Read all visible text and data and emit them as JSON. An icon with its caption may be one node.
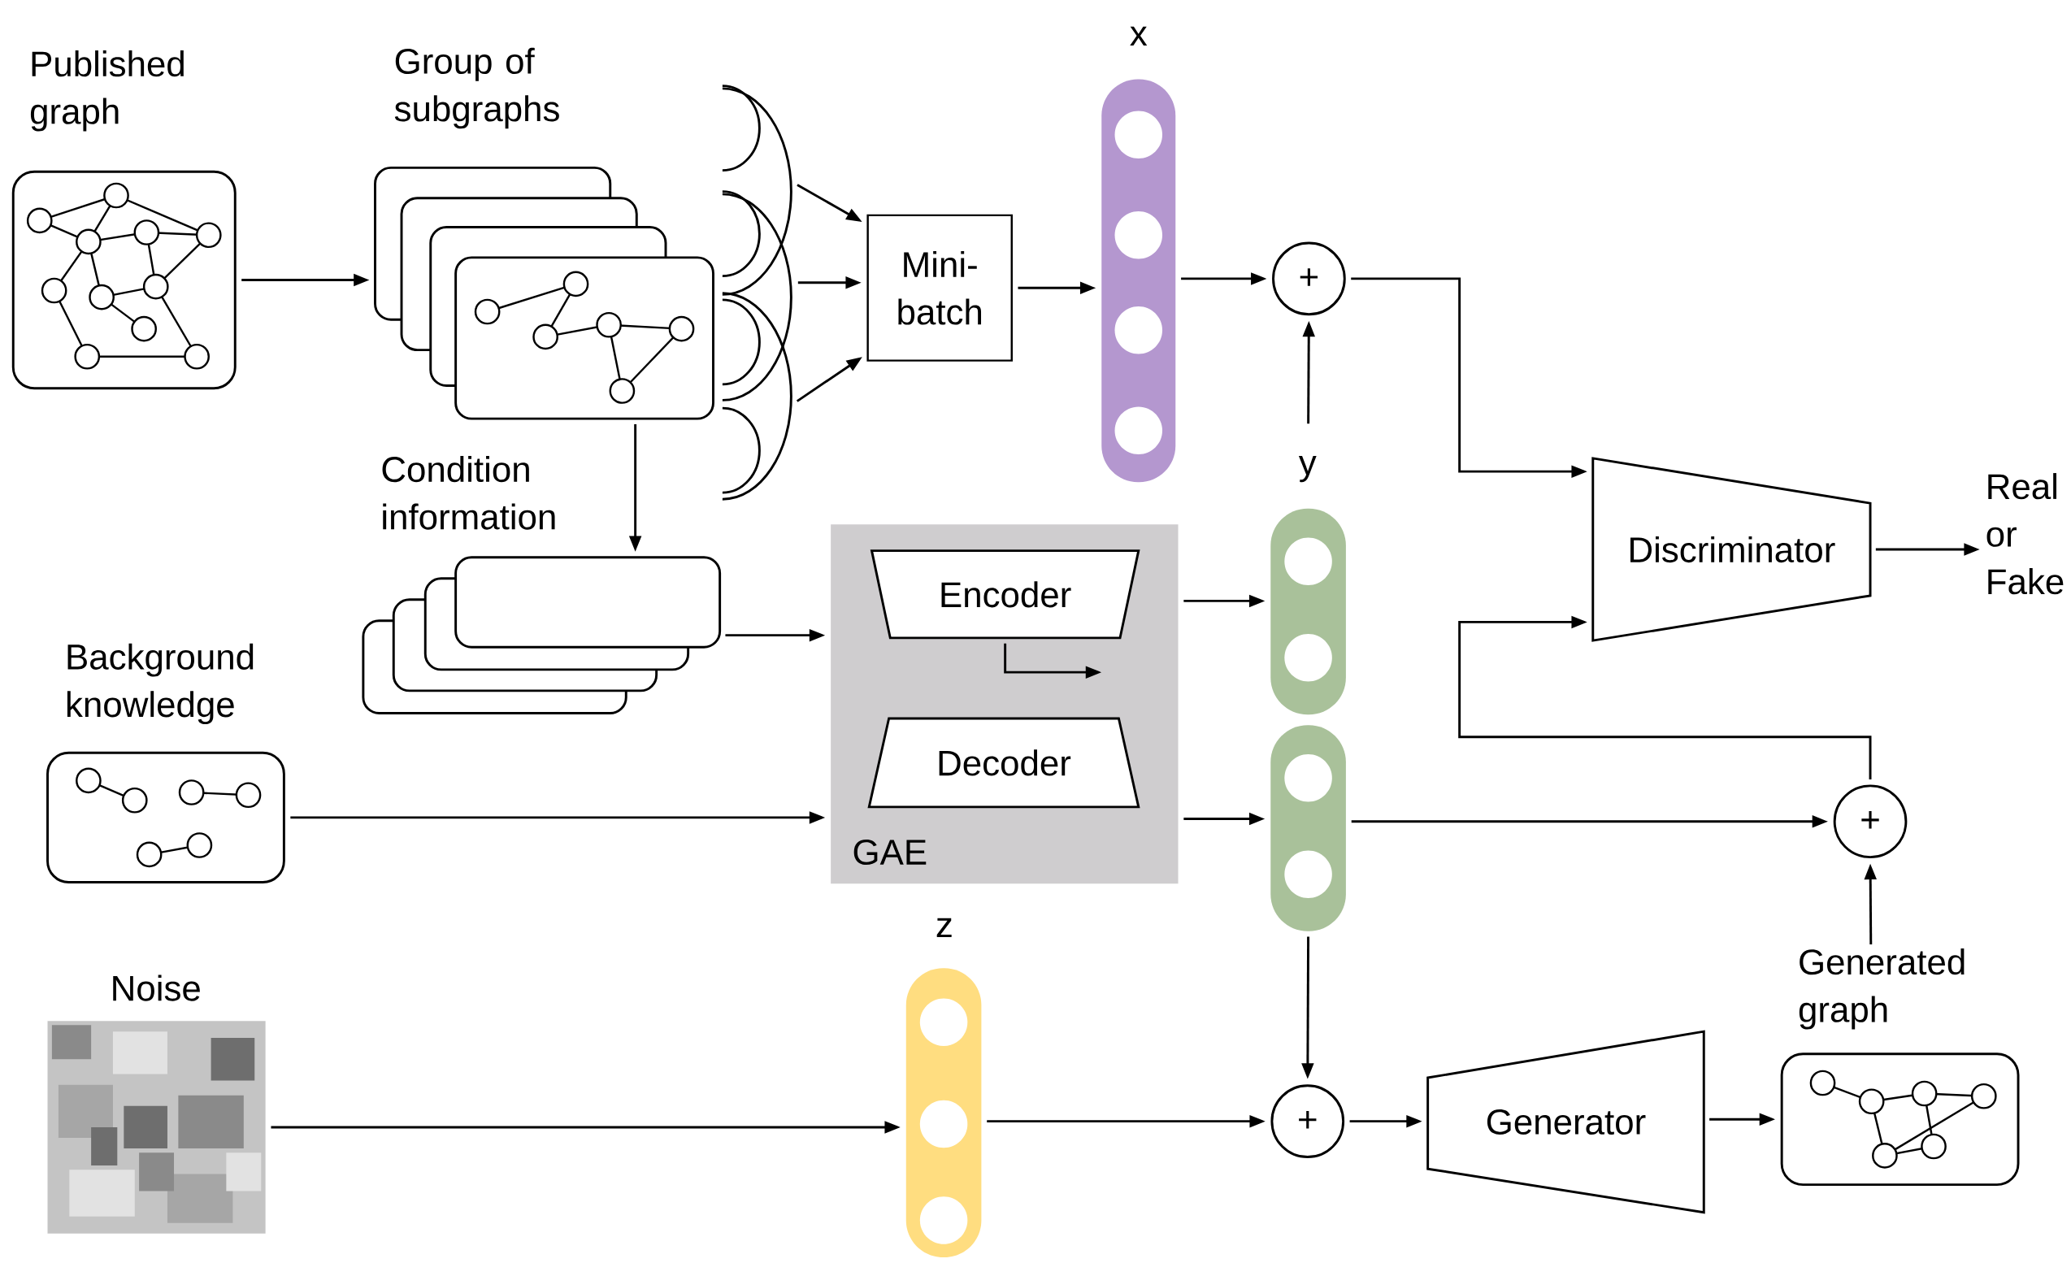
{
  "diagram": {
    "nodes": [
      {
        "text": [
          "Published graph"
        ]
      },
      {
        "text": [
          "Group of subgraphs"
        ]
      },
      {
        "text": [
          "Mini-batch"
        ]
      },
      {
        "text": [
          "x"
        ]
      },
      {
        "text": [
          "+"
        ]
      },
      {
        "text": [
          "Condition information"
        ]
      },
      {
        "text": [
          "GAE"
        ]
      },
      {
        "text": [
          "Encoder"
        ],
        "in": 6
      },
      {
        "text": [
          "Decoder"
        ],
        "in": 6
      },
      {
        "text": [
          "y"
        ]
      },
      {
        "text": [],
        "shape": "bar"
      },
      {
        "text": [
          "Discriminator"
        ]
      },
      {
        "text": [
          "Real or Fake"
        ]
      },
      {
        "text": [
          "Background knowledge"
        ]
      },
      {
        "text": [
          "+"
        ]
      },
      {
        "text": [
          "Generated graph"
        ]
      },
      {
        "text": [
          "Noise"
        ]
      },
      {
        "text": [
          "z"
        ]
      },
      {
        "text": [
          "+"
        ]
      },
      {
        "text": [
          "Generator"
        ]
      },
      {
        "text": [],
        "shape": "arc"
      }
    ],
    "edges": [
      {
        "from": 0,
        "to": 1,
        "arrow": "to"
      },
      {
        "from": 20,
        "to": 2,
        "arrow": "to"
      },
      {
        "from": 20,
        "to": 2,
        "arrow": "to"
      },
      {
        "from": 20,
        "to": 2,
        "arrow": "to"
      },
      {
        "from": 2,
        "to": 3,
        "arrow": "to"
      },
      {
        "from": 3,
        "to": 4,
        "arrow": "to"
      },
      {
        "from": 9,
        "to": 4,
        "arrow": "to"
      },
      {
        "from": 4,
        "to": 11,
        "arrow": "to"
      },
      {
        "from": 1,
        "to": 5,
        "arrow": "to"
      },
      {
        "from": 5,
        "to": 6,
        "arrow": "to"
      },
      {
        "from": 7,
        "to": null,
        "arrow": "to"
      },
      {
        "from": 6,
        "to": 9,
        "arrow": "to"
      },
      {
        "from": 13,
        "to": 6,
        "arrow": "to"
      },
      {
        "from": 6,
        "to": 10,
        "arrow": "to"
      },
      {
        "from": 10,
        "to": 14,
        "arrow": "to"
      },
      {
        "from": 14,
        "to": 11,
        "arrow": "to"
      },
      {
        "from": 15,
        "to": 14,
        "arrow": "to"
      },
      {
        "from": 10,
        "to": 18,
        "arrow": "to"
      },
      {
        "from": 16,
        "to": 17,
        "arrow": "to"
      },
      {
        "from": 17,
        "to": 18,
        "arrow": "to"
      },
      {
        "from": 18,
        "to": 19,
        "arrow": "to"
      },
      {
        "from": 19,
        "to": 15,
        "arrow": "to"
      },
      {
        "from": 11,
        "to": 12,
        "arrow": "to"
      }
    ]
  }
}
